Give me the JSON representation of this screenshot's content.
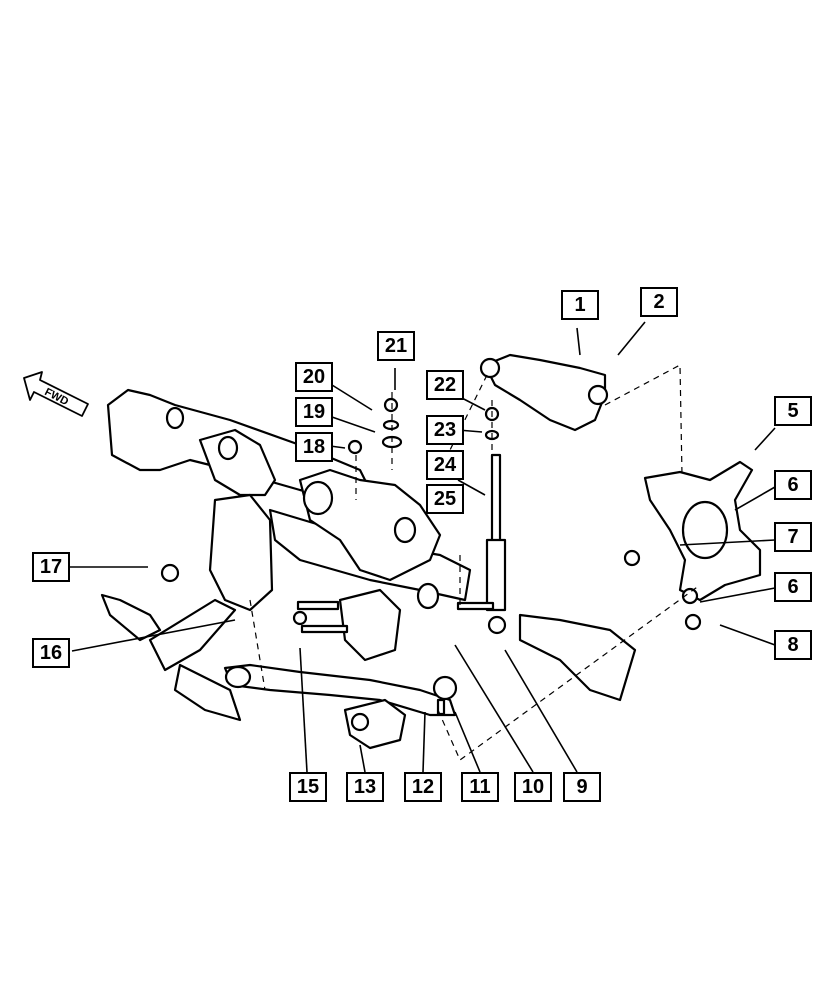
{
  "fwd_label": "FWD",
  "callouts": [
    "1",
    "2",
    "5",
    "6",
    "7",
    "6",
    "8",
    "9",
    "10",
    "11",
    "12",
    "13",
    "15",
    "16",
    "17",
    "18",
    "19",
    "20",
    "21",
    "22",
    "23",
    "24",
    "25"
  ]
}
